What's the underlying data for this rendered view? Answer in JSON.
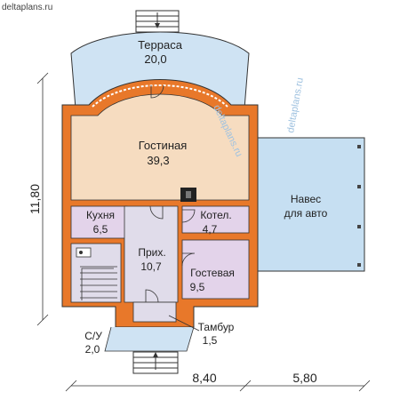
{
  "site_label": "deltaplans.ru",
  "watermark": "deltaplans.ru",
  "rooms": {
    "terrace": {
      "name": "Терраса",
      "area": "20,0"
    },
    "living": {
      "name": "Гостиная",
      "area": "39,3"
    },
    "kitchen": {
      "name": "Кухня",
      "area": "6,5"
    },
    "boiler": {
      "name": "Котел.",
      "area": "4,7"
    },
    "hall": {
      "name": "Прих.",
      "area": "10,7"
    },
    "guest": {
      "name": "Гостевая",
      "area": "9,5"
    },
    "wc": {
      "name": "С/У",
      "area": "2,0"
    },
    "vestibule": {
      "name": "Тамбур",
      "area": "1,5"
    },
    "carport": {
      "line1": "Навес",
      "line2": "для авто"
    }
  },
  "dimensions": {
    "height": "11,80",
    "width_house": "8,40",
    "width_carport": "5,80"
  },
  "colors": {
    "wall": "#e8782a",
    "terrace": "#cfe3f3",
    "carport": "#c6dff2",
    "living": "#f6dcc0",
    "small_rooms": "#e3d3ea",
    "hall": "#e0dcea",
    "outline": "#333333"
  }
}
